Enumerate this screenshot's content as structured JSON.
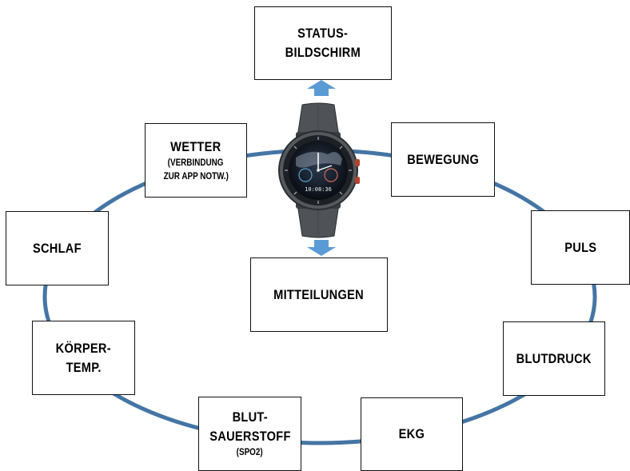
{
  "colors": {
    "ring": "#4475a4",
    "arrow": "#5b9bd5",
    "border": "#111111"
  },
  "center": {
    "device": "smartwatch-icon",
    "time": "10:08:36"
  },
  "boxes": {
    "status": {
      "line1": "STATUS-",
      "line2": "BILDSCHIRM"
    },
    "wetter": {
      "line1": "WETTER",
      "line2": "(VERBINDUNG",
      "line3": "ZUR APP NOTW.)"
    },
    "bewegung": {
      "line1": "BEWEGUNG"
    },
    "schlaf": {
      "line1": "SCHLAF"
    },
    "puls": {
      "line1": "PULS"
    },
    "mitteilungen": {
      "line1": "MITTEILUNGEN"
    },
    "koerpertemp": {
      "line1": "KÖRPER-",
      "line2": "TEMP."
    },
    "blutdruck": {
      "line1": "BLUTDRUCK"
    },
    "blutsauerstoff": {
      "line1": "BLUT-",
      "line2": "SAUERSTOFF",
      "line3": "(SPO2)"
    },
    "ekg": {
      "line1": "EKG"
    }
  }
}
